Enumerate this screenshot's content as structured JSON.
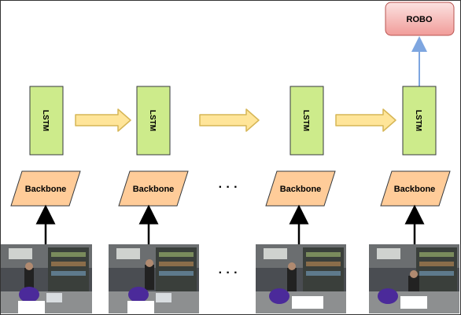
{
  "output": {
    "label": "ROBO"
  },
  "columns": [
    {
      "lstm_label": "LSTM",
      "backbone_label": "Backbone"
    },
    {
      "lstm_label": "LSTM",
      "backbone_label": "Backbone"
    },
    {
      "lstm_label": "LSTM",
      "backbone_label": "Backbone"
    },
    {
      "lstm_label": "LSTM",
      "backbone_label": "Backbone"
    }
  ],
  "ellipsis": "· · ·",
  "colors": {
    "lstm_fill": "#cdeb8b",
    "lstm_stroke": "#36393d",
    "backbone_fill": "#ffcc99",
    "backbone_stroke": "#36393d",
    "robo_fill": "#f19c99",
    "robo_stroke": "#b85450",
    "recurrent_arrow_fill": "#ffe599",
    "recurrent_arrow_stroke": "#d6b656",
    "output_arrow": "#7ea6e0",
    "input_arrow": "#000000"
  }
}
